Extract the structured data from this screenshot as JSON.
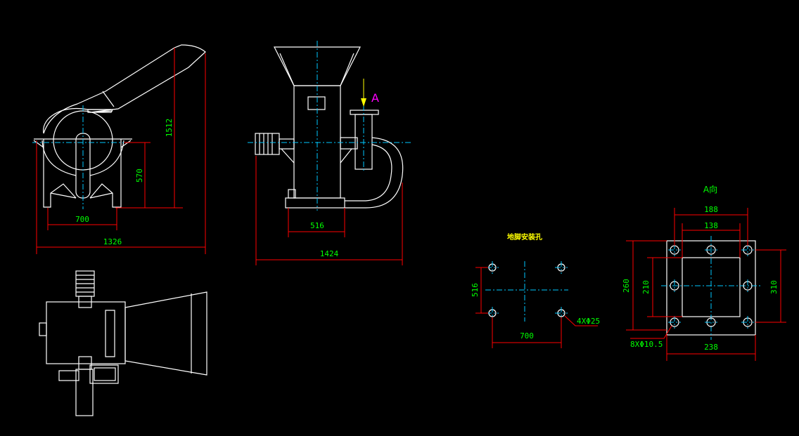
{
  "colors": {
    "background": "#000000",
    "outline": "#ffffff",
    "dimension": "#ff0000",
    "centerline": "#00c8ff",
    "text": "#00ff00",
    "arrow": "#ffff00",
    "view_label": "#ff00ff"
  },
  "side_view": {
    "dim_width": "1326",
    "dim_base": "700",
    "dim_height": "1512",
    "dim_axis": "570"
  },
  "front_view": {
    "dim_width": "1424",
    "dim_base": "516",
    "view_marker": "A"
  },
  "foundation": {
    "title": "地脚安装孔",
    "dim_x": "700",
    "dim_y": "516",
    "holes": "4XΦ25"
  },
  "flange": {
    "title": "A向",
    "dim_outer_top": "188",
    "dim_inner_top": "138",
    "dim_left_outer": "260",
    "dim_left_inner": "210",
    "dim_right": "310",
    "dim_bottom": "238",
    "holes": "8XΦ10.5"
  }
}
